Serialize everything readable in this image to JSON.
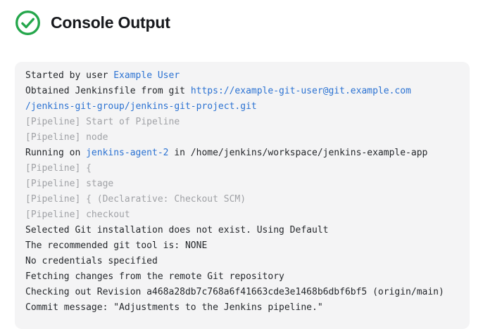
{
  "header": {
    "title": "Console Output",
    "status": "success",
    "icon": "check-circle-icon"
  },
  "colors": {
    "success_green": "#24a64b",
    "console_background": "#f4f4f5",
    "text": "#24272b",
    "link": "#2b72d2",
    "muted": "#a0a2a6"
  },
  "console": {
    "lines": [
      {
        "segments": [
          {
            "text": "Started by user ",
            "style": "plain"
          },
          {
            "text": "Example User",
            "style": "link"
          }
        ]
      },
      {
        "segments": [
          {
            "text": "Obtained Jenkinsfile from git ",
            "style": "plain"
          },
          {
            "text": "https://example-git-user@git.example.com",
            "style": "link"
          }
        ]
      },
      {
        "segments": [
          {
            "text": "/jenkins-git-group/jenkins-git-project.git",
            "style": "link"
          }
        ]
      },
      {
        "segments": [
          {
            "text": "[Pipeline] Start of Pipeline",
            "style": "muted"
          }
        ]
      },
      {
        "segments": [
          {
            "text": "[Pipeline] node",
            "style": "muted"
          }
        ]
      },
      {
        "segments": [
          {
            "text": "Running on ",
            "style": "plain"
          },
          {
            "text": "jenkins-agent-2",
            "style": "link"
          },
          {
            "text": " in /home/jenkins/workspace/jenkins-example-app",
            "style": "plain"
          }
        ]
      },
      {
        "segments": [
          {
            "text": "[Pipeline] {",
            "style": "muted"
          }
        ]
      },
      {
        "segments": [
          {
            "text": "[Pipeline] stage",
            "style": "muted"
          }
        ]
      },
      {
        "segments": [
          {
            "text": "[Pipeline] { (Declarative: Checkout SCM)",
            "style": "muted"
          }
        ]
      },
      {
        "segments": [
          {
            "text": "[Pipeline] checkout",
            "style": "muted"
          }
        ]
      },
      {
        "segments": [
          {
            "text": "Selected Git installation does not exist. Using Default",
            "style": "plain"
          }
        ]
      },
      {
        "segments": [
          {
            "text": "The recommended git tool is: NONE",
            "style": "plain"
          }
        ]
      },
      {
        "segments": [
          {
            "text": "No credentials specified",
            "style": "plain"
          }
        ]
      },
      {
        "segments": [
          {
            "text": "Fetching changes from the remote Git repository",
            "style": "plain"
          }
        ]
      },
      {
        "segments": [
          {
            "text": "Checking out Revision a468a28db7c768a6f41663cde3e1468b6dbf6bf5 (origin/main)",
            "style": "plain"
          }
        ]
      },
      {
        "segments": [
          {
            "text": "Commit message: \"Adjustments to the Jenkins pipeline.\"",
            "style": "plain"
          }
        ]
      }
    ]
  }
}
